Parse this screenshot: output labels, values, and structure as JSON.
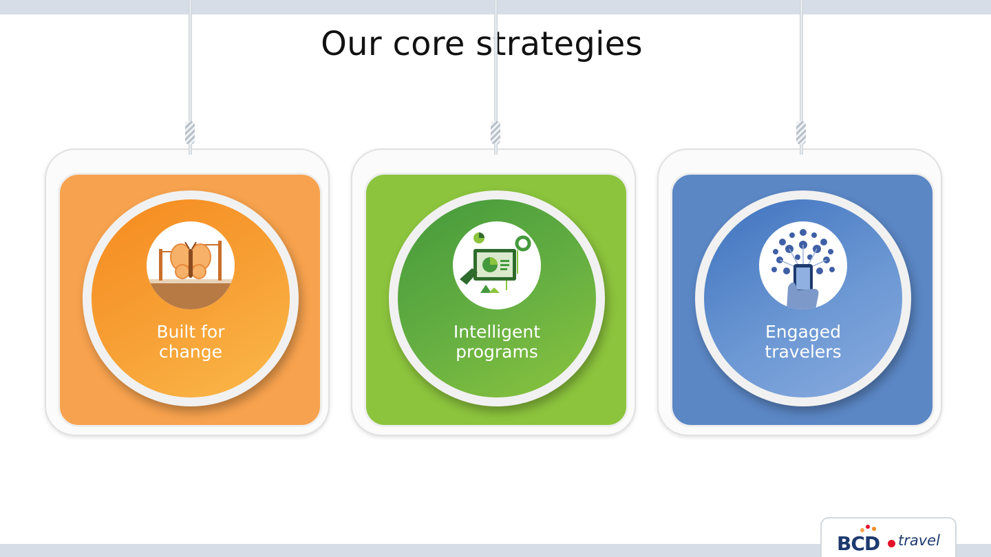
{
  "slide": {
    "title": "Our core strategies",
    "strategies": [
      {
        "line1": "Built for",
        "line2": "change",
        "icon": "butterfly-construction-icon",
        "color": "#f7a24e"
      },
      {
        "line1": "Intelligent",
        "line2": "programs",
        "icon": "analytics-dashboard-icon",
        "color": "#8cc43d"
      },
      {
        "line1": "Engaged",
        "line2": "travelers",
        "icon": "mobile-connected-travel-icon",
        "color": "#5b87c5"
      }
    ]
  },
  "brand": {
    "logo_letters": "BCD",
    "logo_word": "travel",
    "colors": {
      "navy": "#1d3a6e",
      "red": "#e3142a",
      "orange": "#f7a24e",
      "green": "#8cc43d",
      "blue": "#5b87c5"
    }
  }
}
